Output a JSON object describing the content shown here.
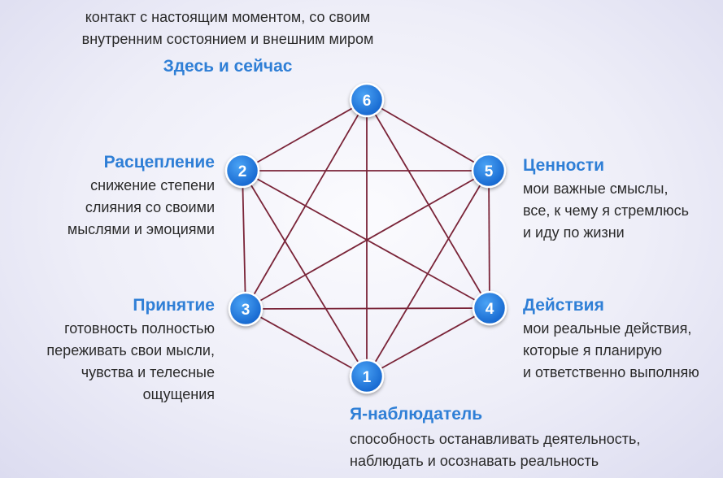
{
  "diagram": {
    "nodes": [
      {
        "id": "1",
        "title": "Я-наблюдатель",
        "description": "способность останавливать деятельность,\nнаблюдать и осознавать реальность"
      },
      {
        "id": "2",
        "title": "Расцепление",
        "description": "снижение степени\nслияния со своими\nмыслями и эмоциями"
      },
      {
        "id": "3",
        "title": "Принятие",
        "description": "готовность полностью\nпереживать свои мысли,\nчувства и телесные\nощущения"
      },
      {
        "id": "4",
        "title": "Действия",
        "description": "мои реальные действия,\nкоторые я планирую\nи ответственно выполняю"
      },
      {
        "id": "5",
        "title": "Ценности",
        "description": "мои важные смыслы,\nвсе, к чему я стремлюсь\nи иду по жизни"
      },
      {
        "id": "6",
        "title": "Здесь и сейчас",
        "description": "контакт с настоящим моментом, со своим\nвнутренним состоянием и внешним миром"
      }
    ],
    "edges": "all-pairs",
    "colors": {
      "node_fill": "#1e7ae0",
      "node_ring": "#ffffff",
      "edge": "#7a2438",
      "title": "#2f7fd6",
      "text": "#2a2a2a"
    }
  }
}
